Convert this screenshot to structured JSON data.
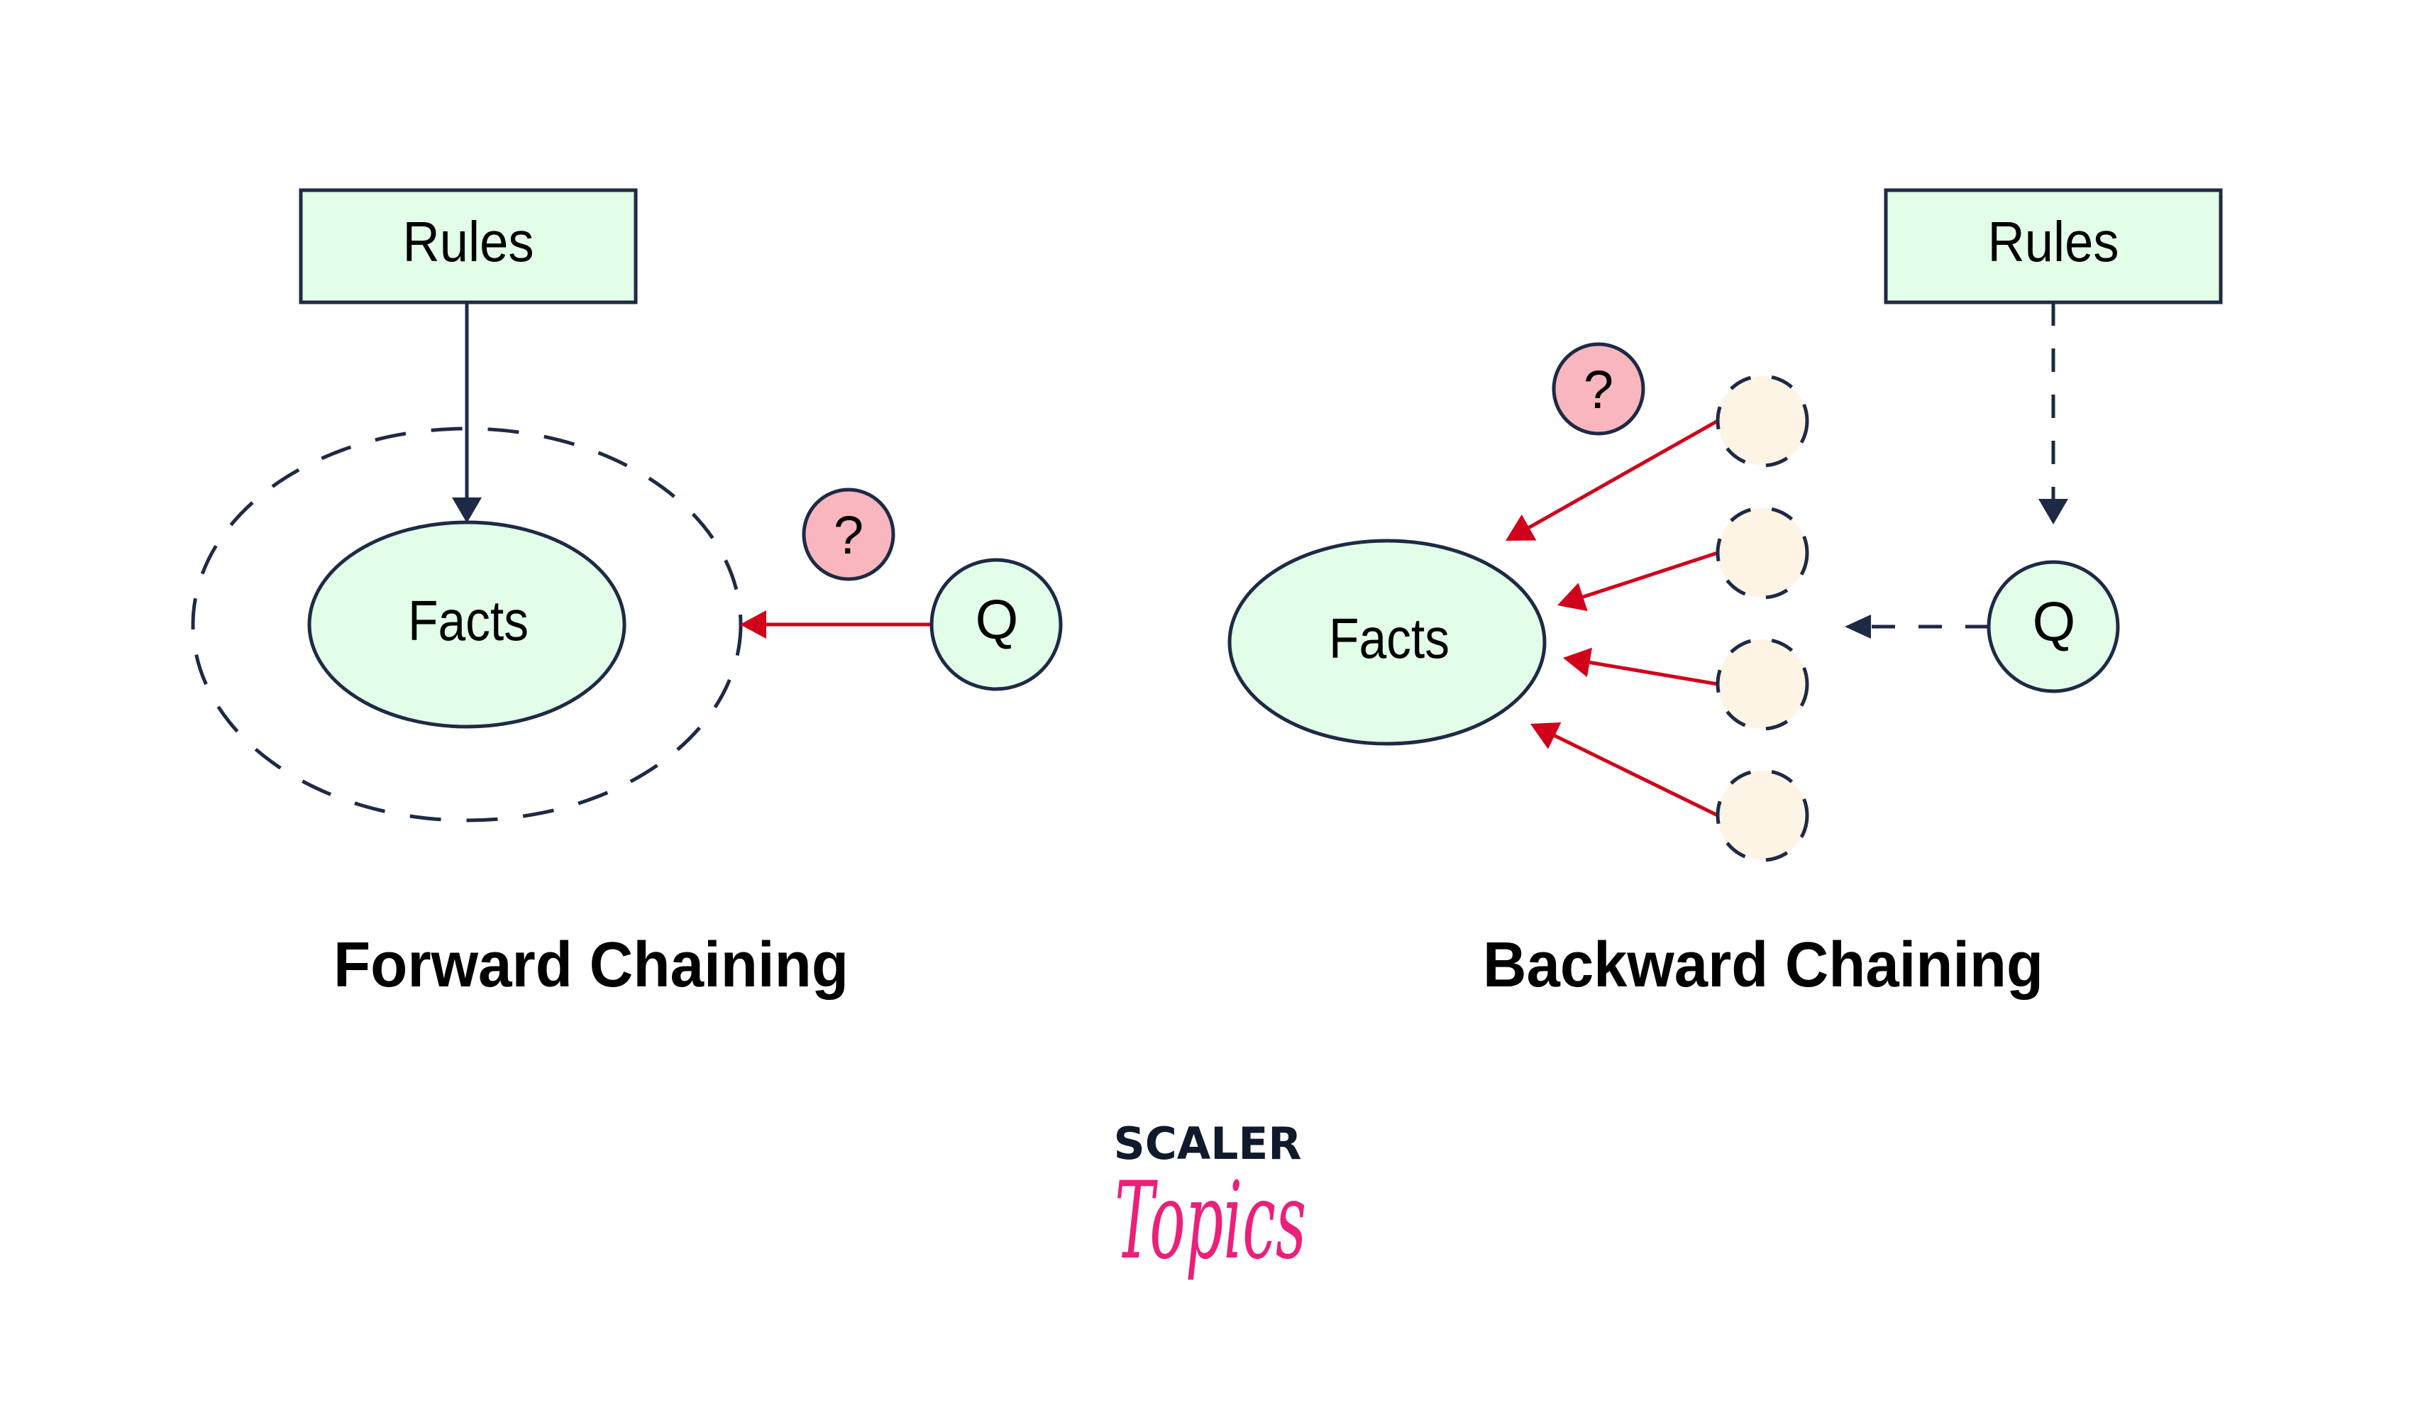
{
  "colors": {
    "background": "#ffffff",
    "stroke": "#1e2a45",
    "node_fill_green": "#e2fde8",
    "question_fill_pink": "#f9b6be",
    "candidate_fill": "#fdf4e6",
    "red_arrow": "#d0021b",
    "brand_navy": "#0f1a2c",
    "brand_pink": "#ec1f79"
  },
  "forward": {
    "title": "Forward Chaining",
    "rules_label": "Rules",
    "facts_label": "Facts",
    "query_label": "Q",
    "question_label": "?",
    "edges": [
      {
        "from": "Rules",
        "to": "Facts",
        "style": "solid",
        "color": "stroke"
      },
      {
        "from": "Q",
        "to": "Facts (expanded knowledge boundary)",
        "style": "solid",
        "color": "red_arrow"
      }
    ]
  },
  "backward": {
    "title": "Backward Chaining",
    "rules_label": "Rules",
    "facts_label": "Facts",
    "query_label": "Q",
    "question_label": "?",
    "candidate_count": 4,
    "edges": [
      {
        "from": "Rules",
        "to": "Q",
        "style": "dashed",
        "color": "stroke"
      },
      {
        "from": "Q",
        "to": "candidates",
        "style": "dashed",
        "color": "stroke"
      },
      {
        "from": "candidate-1",
        "to": "Facts",
        "style": "solid",
        "color": "red_arrow"
      },
      {
        "from": "candidate-2",
        "to": "Facts",
        "style": "solid",
        "color": "red_arrow"
      },
      {
        "from": "candidate-3",
        "to": "Facts",
        "style": "solid",
        "color": "red_arrow"
      },
      {
        "from": "candidate-4",
        "to": "Facts",
        "style": "solid",
        "color": "red_arrow"
      }
    ]
  },
  "brand": {
    "top": "SCALER",
    "script": "Topics"
  }
}
